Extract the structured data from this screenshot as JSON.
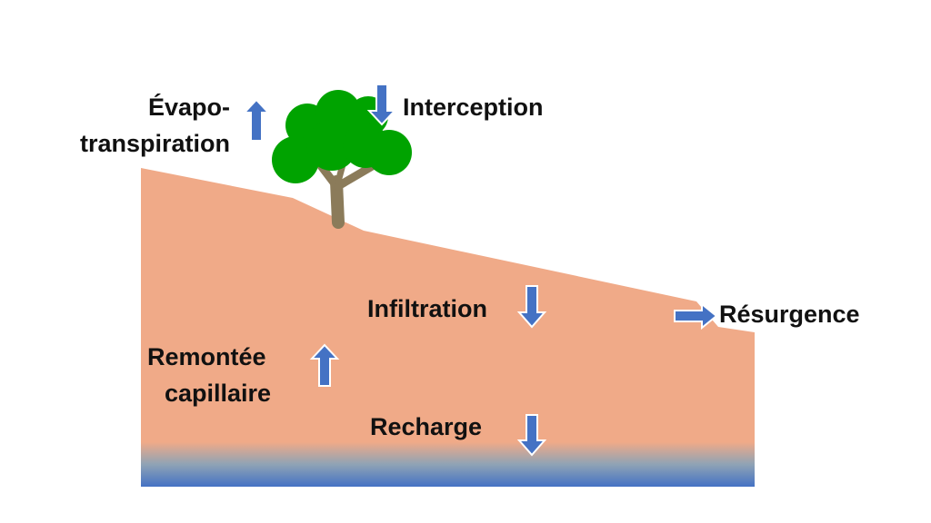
{
  "labels": {
    "evapo_line1": "Évapo-",
    "evapo_line2": "transpiration",
    "interception": "Interception",
    "infiltration": "Infiltration",
    "resurgence": "Résurgence",
    "remontee_line1": "Remontée",
    "remontee_line2": "capillaire",
    "recharge": "Recharge"
  },
  "colors": {
    "soil": "#F0AA88",
    "water": "#4472C4",
    "arrow": "#4472C4",
    "foliage": "#00A300",
    "trunk": "#8B7B5A"
  }
}
